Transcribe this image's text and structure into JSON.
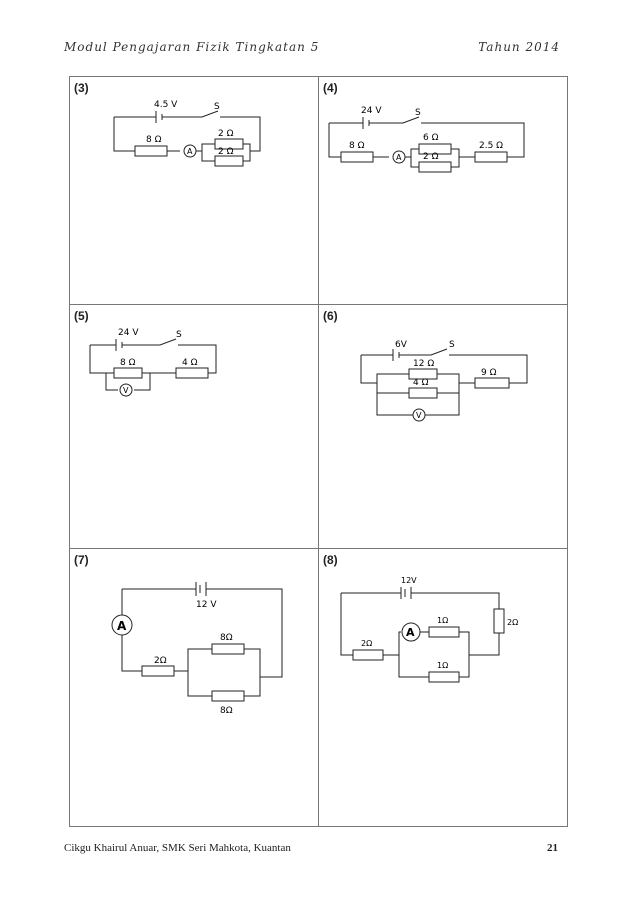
{
  "header": {
    "title": "Modul Pengajaran Fizik Tingkatan 5",
    "year": "Tahun 2014"
  },
  "footer": {
    "author": "Cikgu Khairul Anuar, SMK Seri Mahkota, Kuantan",
    "page": "21"
  },
  "questions": [
    {
      "label": "(3)",
      "v": "4.5 V",
      "s": "S",
      "r1": "8 Ω",
      "r2": "2 Ω",
      "r3": "2 Ω",
      "meter": "A"
    },
    {
      "label": "(4)",
      "v": "24 V",
      "s": "S",
      "r1": "8 Ω",
      "r2": "6 Ω",
      "r3": "2 Ω",
      "r4": "2.5 Ω",
      "meter": "A"
    },
    {
      "label": "(5)",
      "v": "24 V",
      "s": "S",
      "r1": "8 Ω",
      "r2": "4 Ω",
      "meter": "V"
    },
    {
      "label": "(6)",
      "v": "6V",
      "s": "S",
      "r1": "12 Ω",
      "r2": "4 Ω",
      "r3": "9 Ω",
      "meter": "V"
    },
    {
      "label": "(7)",
      "v": "12 V",
      "r1": "2Ω",
      "r2": "8Ω",
      "r3": "8Ω",
      "meter": "A"
    },
    {
      "label": "(8)",
      "v": "12V",
      "r1": "2Ω",
      "r2": "1Ω",
      "r3": "1Ω",
      "r4": "2Ω",
      "meter": "A"
    }
  ]
}
